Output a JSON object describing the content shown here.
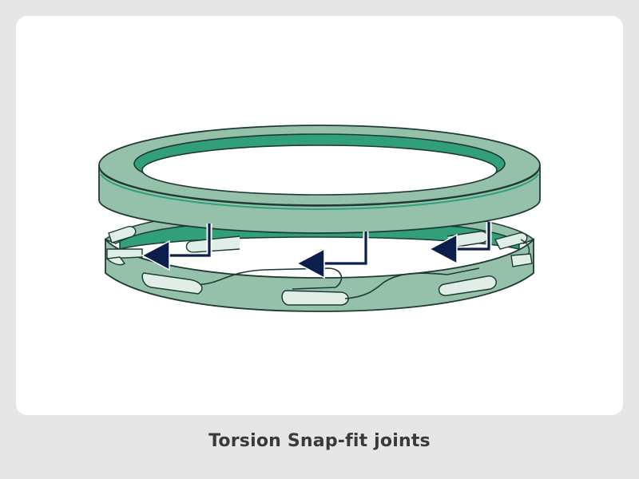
{
  "caption": "Torsion Snap-fit joints",
  "colors": {
    "background": "#e6e6e6",
    "card": "#ffffff",
    "ring_light": "#95c1ab",
    "ring_dark": "#31a07a",
    "clip_light": "#dfeee6",
    "outline": "#1f3a33",
    "arrow": "#0c1f4a"
  },
  "arrows": {
    "count": 3,
    "direction": "left"
  }
}
